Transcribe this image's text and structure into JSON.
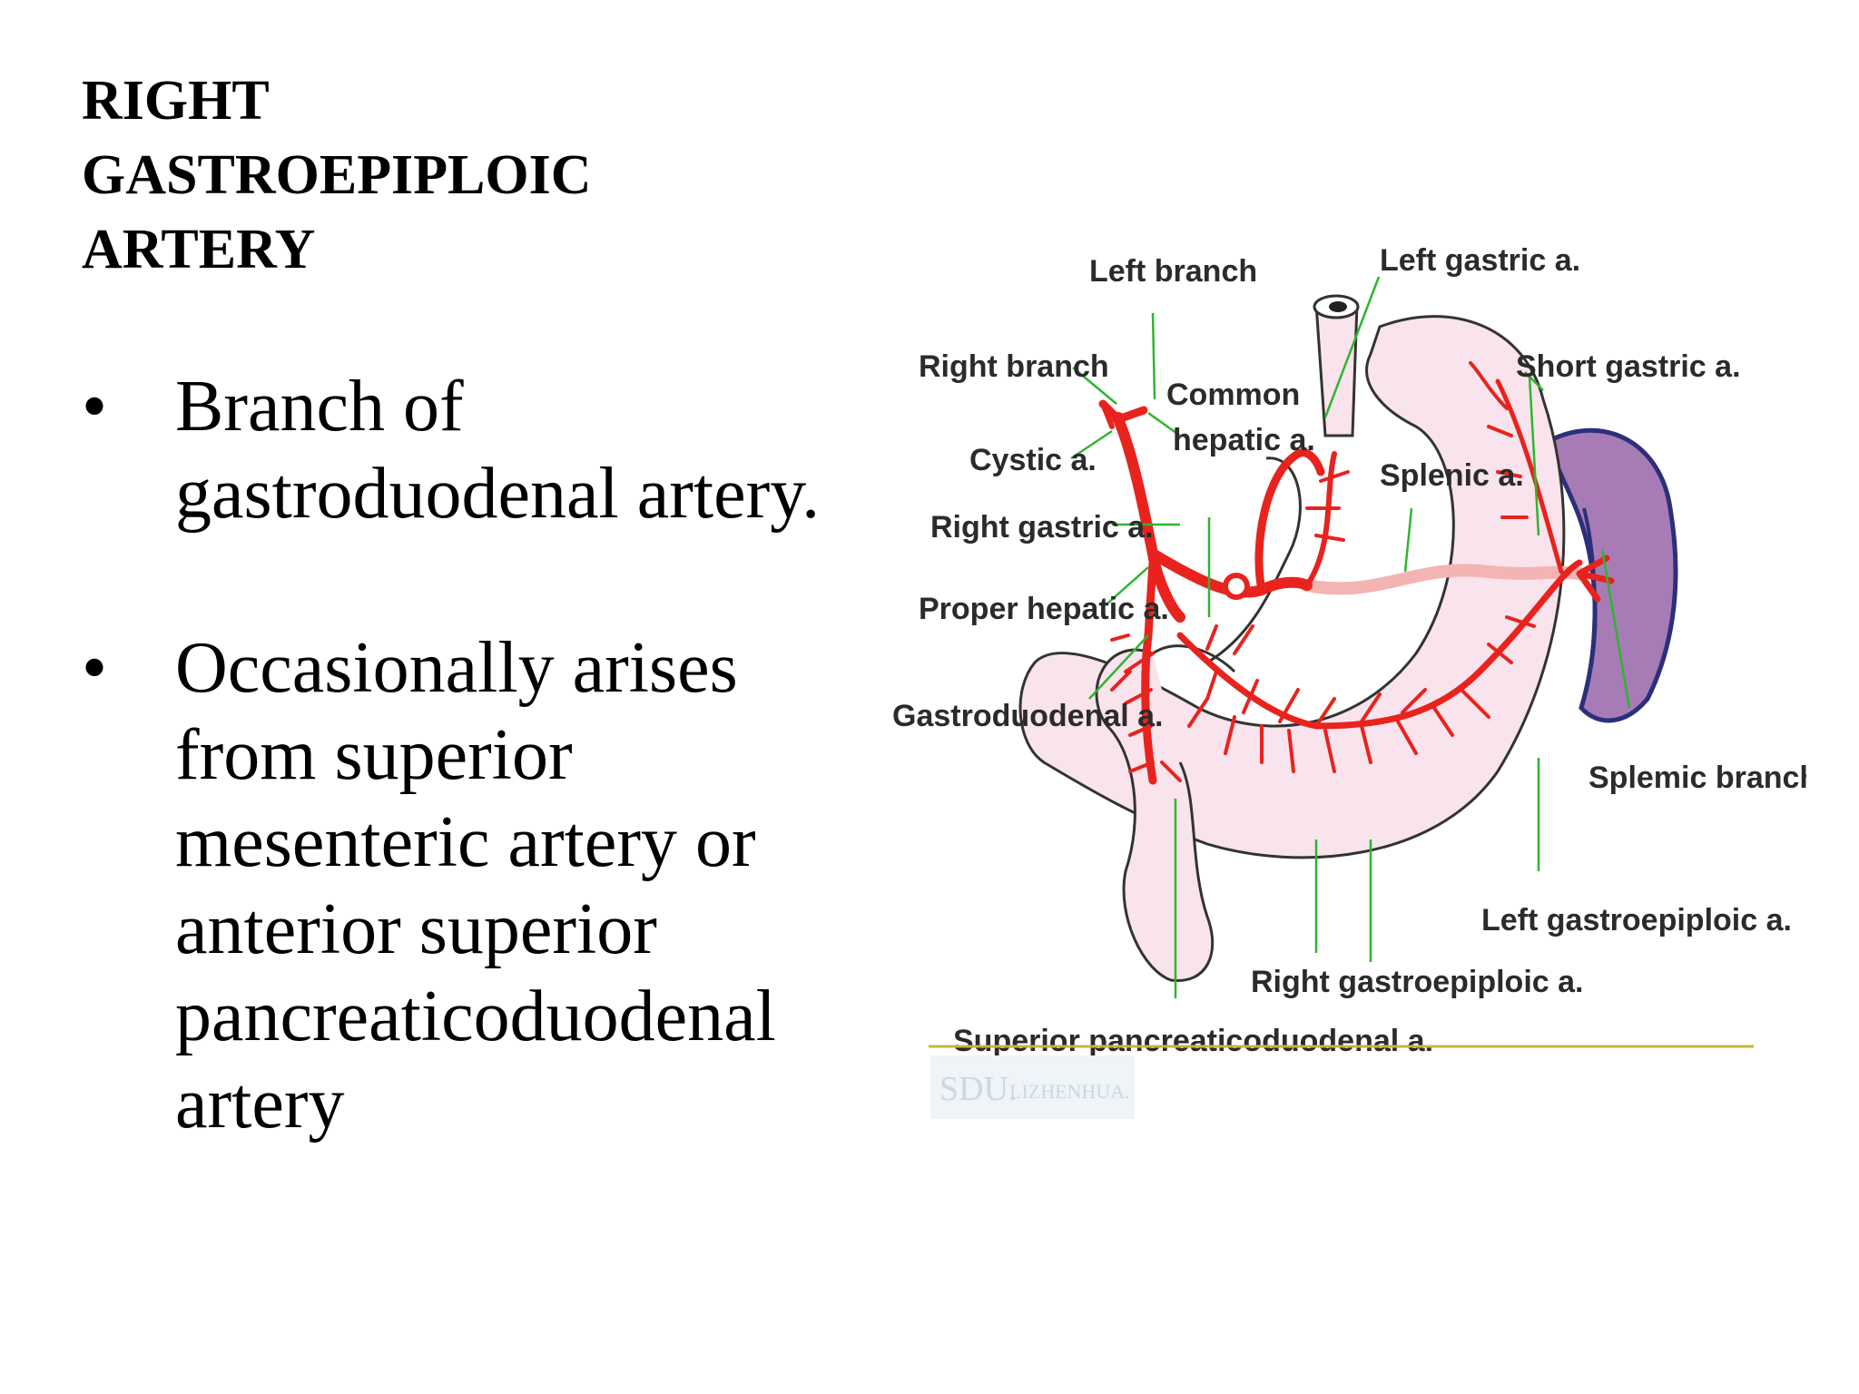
{
  "slide": {
    "title_lines": [
      "RIGHT",
      "GASTROEPIPLOIC",
      "ARTERY"
    ],
    "bullets": [
      {
        "lines": [
          "Branch of",
          "gastroduodenal artery."
        ]
      },
      {
        "lines": [
          "Occasionally arises",
          "from superior",
          "mesenteric artery or",
          "anterior superior",
          "pancreaticoduodenal",
          "artery"
        ]
      }
    ],
    "bullet_glyph": "•"
  },
  "diagram": {
    "labels": {
      "left_branch": "Left branch",
      "left_gastric": "Left gastric a.",
      "right_branch": "Right branch",
      "common_hepatic_1": "Common",
      "common_hepatic_2": "hepatic a.",
      "short_gastric": "Short gastric a.",
      "cystic": "Cystic a.",
      "splenic": "Splenic a.",
      "right_gastric": "Right gastric a.",
      "proper_hepatic": "Proper hepatic a.",
      "gastroduodenal": "Gastroduodenal a.",
      "splenic_branches": "Splemic branches",
      "left_gastroepiploic": "Left gastroepiploic a.",
      "right_gastroepiploic": "Right gastroepiploic a.",
      "superior_pancreaticoduodenal": "Superior pancreaticoduodenal a."
    },
    "watermark": {
      "main": "SDU.",
      "sub": "LIZHENHUA."
    },
    "colors": {
      "artery": "#e8231e",
      "leader_line": "#2fb52f",
      "stomach_fill": "#f9e3ec",
      "spleen_fill": "#a77cb6",
      "spleen_edge": "#2c2f7a",
      "baseline": "#c8b53a"
    }
  }
}
